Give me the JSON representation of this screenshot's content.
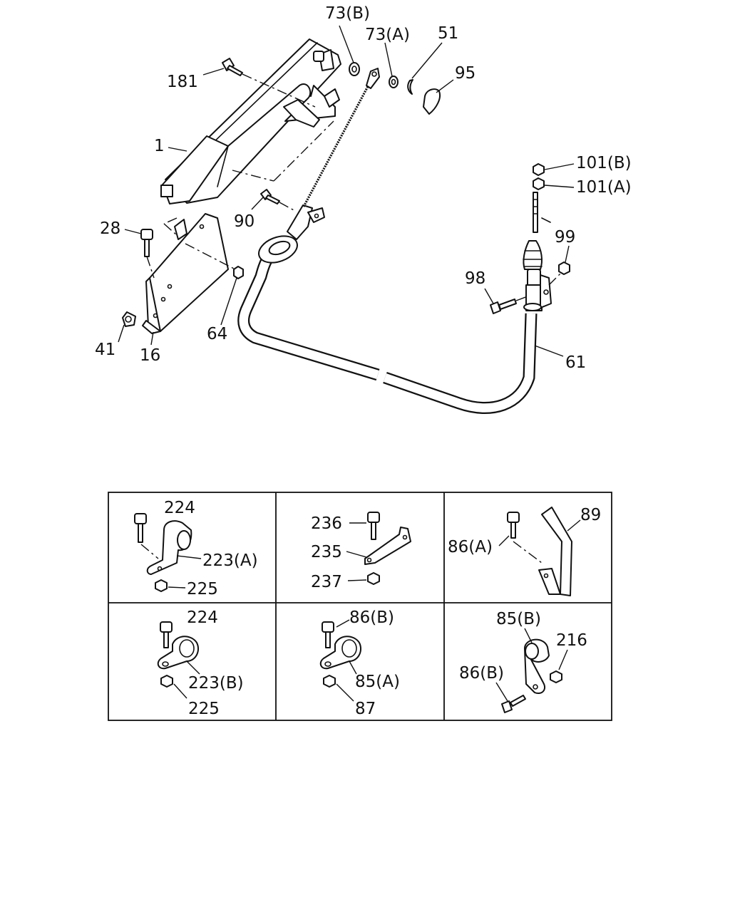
{
  "labels": [
    {
      "id": "181",
      "text": "181"
    },
    {
      "id": "1",
      "text": "1"
    },
    {
      "id": "73b",
      "text": "73(B)"
    },
    {
      "id": "73a",
      "text": "73(A)"
    },
    {
      "id": "51",
      "text": "51"
    },
    {
      "id": "95",
      "text": "95"
    },
    {
      "id": "101b",
      "text": "101(B)"
    },
    {
      "id": "101a",
      "text": "101(A)"
    },
    {
      "id": "90",
      "text": "90"
    },
    {
      "id": "28",
      "text": "28"
    },
    {
      "id": "99",
      "text": "99"
    },
    {
      "id": "98",
      "text": "98"
    },
    {
      "id": "41",
      "text": "41"
    },
    {
      "id": "16",
      "text": "16"
    },
    {
      "id": "64",
      "text": "64"
    },
    {
      "id": "61",
      "text": "61"
    },
    {
      "id": "224a",
      "text": "224"
    },
    {
      "id": "223a",
      "text": "223(A)"
    },
    {
      "id": "225a",
      "text": "225"
    },
    {
      "id": "236",
      "text": "236"
    },
    {
      "id": "235",
      "text": "235"
    },
    {
      "id": "237",
      "text": "237"
    },
    {
      "id": "86a",
      "text": "86(A)"
    },
    {
      "id": "89",
      "text": "89"
    },
    {
      "id": "224b",
      "text": "224"
    },
    {
      "id": "223b",
      "text": "223(B)"
    },
    {
      "id": "225b",
      "text": "225"
    },
    {
      "id": "86b1",
      "text": "86(B)"
    },
    {
      "id": "85a",
      "text": "85(A)"
    },
    {
      "id": "87",
      "text": "87"
    },
    {
      "id": "85b",
      "text": "85(B)"
    },
    {
      "id": "216",
      "text": "216"
    },
    {
      "id": "86b2",
      "text": "86(B)"
    }
  ]
}
